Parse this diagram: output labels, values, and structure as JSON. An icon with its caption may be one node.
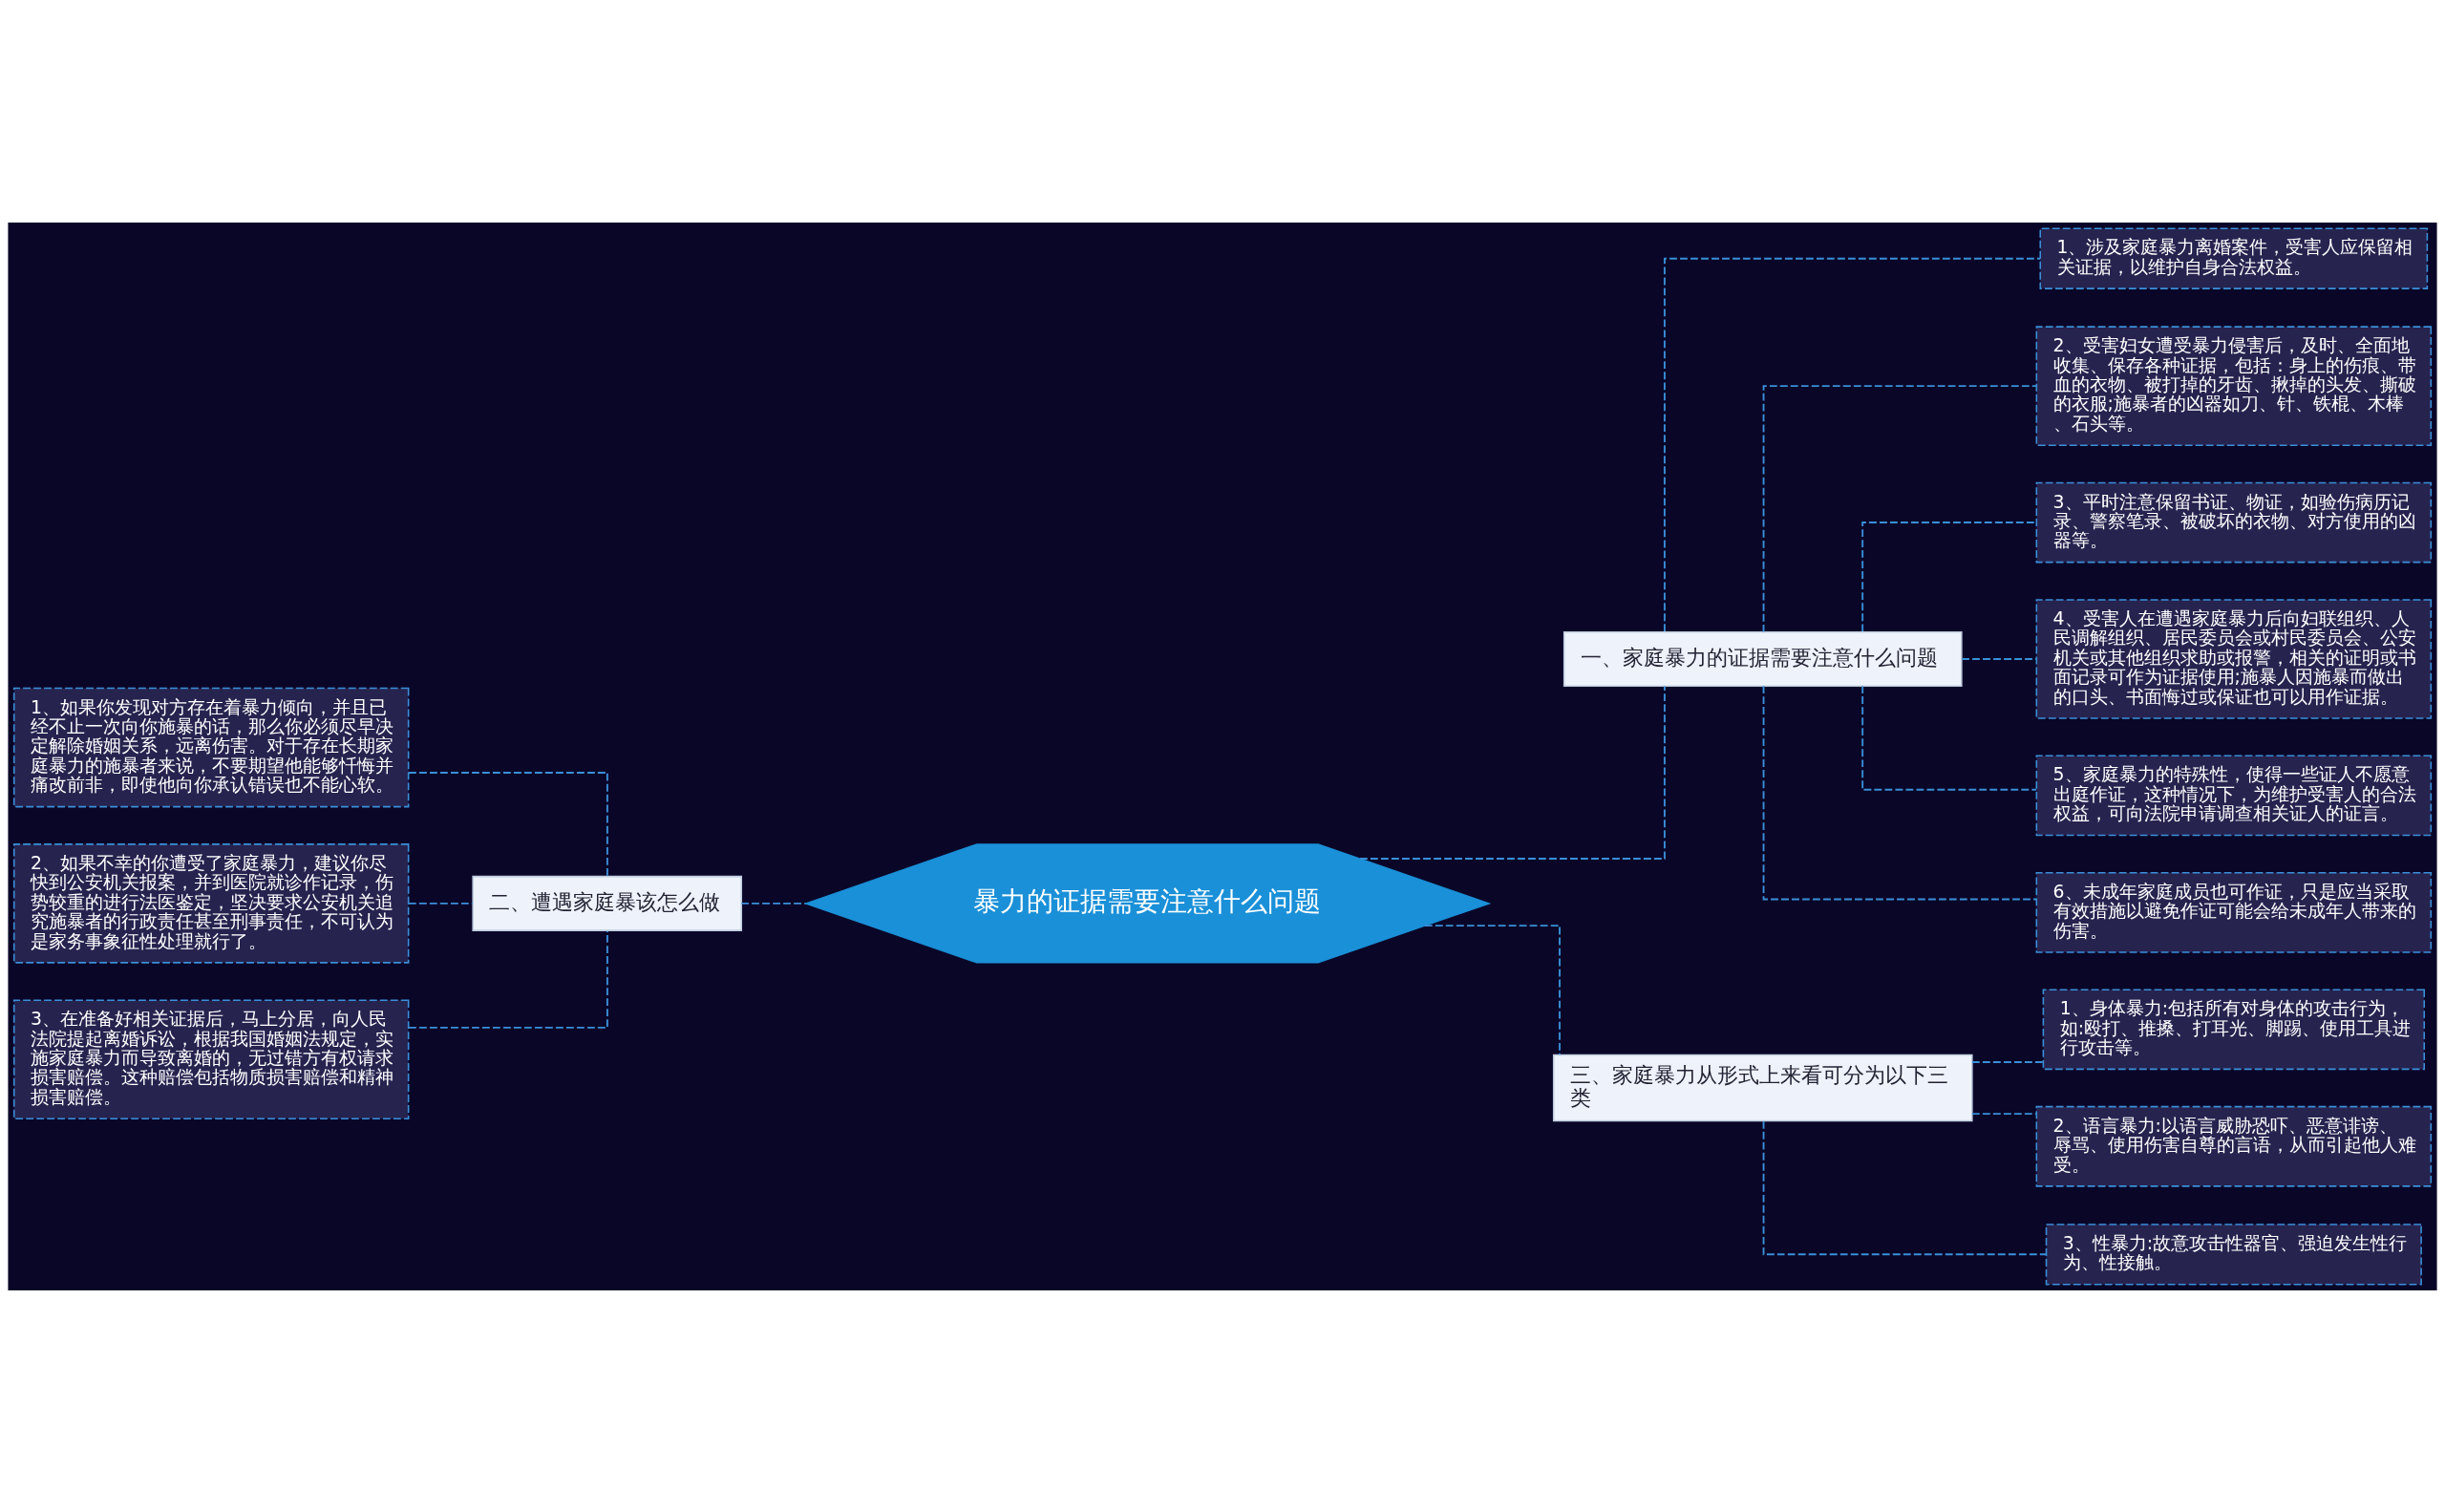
{
  "diagram": {
    "nodes": [
      {
        "text": [
          "暴力的证据需要注意什么问题"
        ]
      },
      {
        "text": [
          "一、家庭暴力的证据需要注意什么问题"
        ]
      },
      {
        "text": [
          "1、涉及家庭暴力离婚案件，受害人应保留相关证据，以维护自身合法权益。"
        ]
      },
      {
        "text": [
          "2、受害妇女遭受暴力侵害后，及时、全面地收集、保存各种证据，包括：身上的伤痕、带血的衣物、被打掉的牙齿、揪掉的头发、撕破的衣服;施暴者的凶器如刀、针、铁棍、木棒、石头等。"
        ]
      },
      {
        "text": [
          "3、平时注意保留书证、物证，如验伤病历记录、警察笔录、被破坏的衣物、对方使用的凶器等。"
        ]
      },
      {
        "text": [
          "4、受害人在遭遇家庭暴力后向妇联组织、人民调解组织、居民委员会或村民委员会、公安机关或其他组织求助或报警，相关的证明或书面记录可作为证据使用;施暴人因施暴而做出的口头、书面悔过或保证也可以用作证据。"
        ]
      },
      {
        "text": [
          "5、家庭暴力的特殊性，使得一些证人不愿意出庭作证，这种情况下，为维护受害人的合法权益，可向法院申请调查相关证人的证言。"
        ]
      },
      {
        "text": [
          "6、未成年家庭成员也可作证，只是应当采取有效措施以避免作证可能会给未成年人带来的伤害。"
        ]
      },
      {
        "text": [
          "二、遭遇家庭暴该怎么做"
        ]
      },
      {
        "text": [
          "1、如果你发现对方存在着暴力倾向，并且已经不止一次向你施暴的话，那么你必须尽早决定解除婚姻关系，远离伤害。对于存在长期家庭暴力的施暴者来说，不要期望他能够忏悔并痛改前非，即使他向你承认错误也不能心软。"
        ]
      },
      {
        "text": [
          "2、如果不幸的你遭受了家庭暴力，建议你尽快到公安机关报案，并到医院就诊作记录，伤势较重的进行法医鉴定，坚决要求公安机关追究施暴者的行政责任甚至刑事责任，不可认为是家务事象征性处理就行了。"
        ]
      },
      {
        "text": [
          "3、在准备好相关证据后，马上分居，向人民法院提起离婚诉讼，根据我国婚姻法规定，实施家庭暴力而导致离婚的，无过错方有权请求损害赔偿。这种赔偿包括物质损害赔偿和精神损害赔偿。"
        ]
      },
      {
        "text": [
          "三、家庭暴力从形式上来看可分为以下三类"
        ]
      },
      {
        "text": [
          "1、身体暴力:包括所有对身体的攻击行为，如:殴打、推搡、打耳光、脚踢、使用工具进行攻击等。"
        ]
      },
      {
        "text": [
          "2、语言暴力:以语言威胁恐吓、恶意诽谤、辱骂、使用伤害自尊的言语，从而引起他人难受。"
        ]
      },
      {
        "text": [
          "3、性暴力:故意攻击性器官、强迫发生性行为、性接触。"
        ]
      }
    ],
    "edges": [
      {
        "from": 0,
        "to": 1,
        "arrow": "none",
        "style": "dashed"
      },
      {
        "from": 1,
        "to": 2,
        "arrow": "none",
        "style": "dashed"
      },
      {
        "from": 1,
        "to": 3,
        "arrow": "none",
        "style": "dashed"
      },
      {
        "from": 1,
        "to": 4,
        "arrow": "none",
        "style": "dashed"
      },
      {
        "from": 1,
        "to": 5,
        "arrow": "none",
        "style": "dashed"
      },
      {
        "from": 1,
        "to": 6,
        "arrow": "none",
        "style": "dashed"
      },
      {
        "from": 1,
        "to": 7,
        "arrow": "none",
        "style": "dashed"
      },
      {
        "from": 0,
        "to": 8,
        "arrow": "none",
        "style": "dashed"
      },
      {
        "from": 8,
        "to": 9,
        "arrow": "none",
        "style": "dashed"
      },
      {
        "from": 8,
        "to": 10,
        "arrow": "none",
        "style": "dashed"
      },
      {
        "from": 8,
        "to": 11,
        "arrow": "none",
        "style": "dashed"
      },
      {
        "from": 0,
        "to": 12,
        "arrow": "none",
        "style": "dashed"
      },
      {
        "from": 12,
        "to": 13,
        "arrow": "none",
        "style": "dashed"
      },
      {
        "from": 12,
        "to": 14,
        "arrow": "none",
        "style": "dashed"
      },
      {
        "from": 12,
        "to": 15,
        "arrow": "none",
        "style": "dashed"
      }
    ]
  }
}
